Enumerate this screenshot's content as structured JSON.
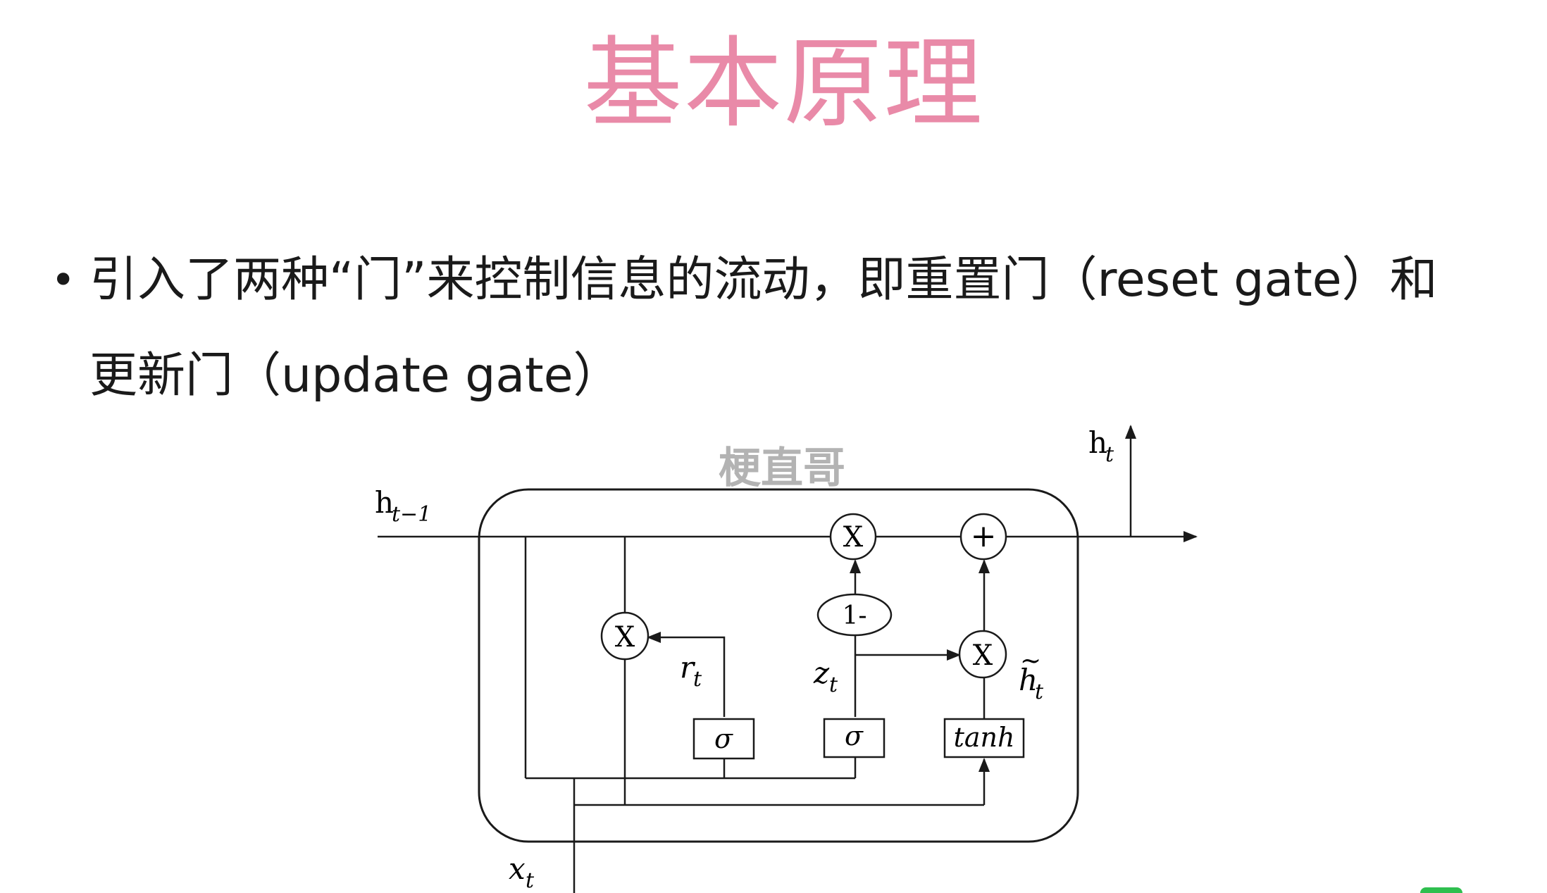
{
  "slide": {
    "title": "基本原理",
    "bullet": {
      "line1": "引入了两种“门”来控制信息的流动，即重置门（reset gate）和",
      "line2": "更新门（update gate）"
    }
  },
  "diagram": {
    "watermark": "梗直哥",
    "labels": {
      "h_prev_base": "h",
      "h_prev_sub": "t−1",
      "h_out_base": "h",
      "h_out_sub": "t",
      "x_base": "x",
      "x_sub": "t",
      "r_base": "r",
      "r_sub": "t",
      "z_base": "z",
      "z_sub": "t",
      "htilde_base": "h",
      "htilde_tilde": "~",
      "htilde_sub": "t",
      "multiply": "X",
      "plus": "+",
      "one_minus": "1-",
      "sigma": "σ",
      "tanh": "tanh"
    },
    "icons": {
      "multiply_node": "multiply-icon",
      "plus_node": "plus-icon",
      "arrow": "arrow-icon"
    }
  }
}
